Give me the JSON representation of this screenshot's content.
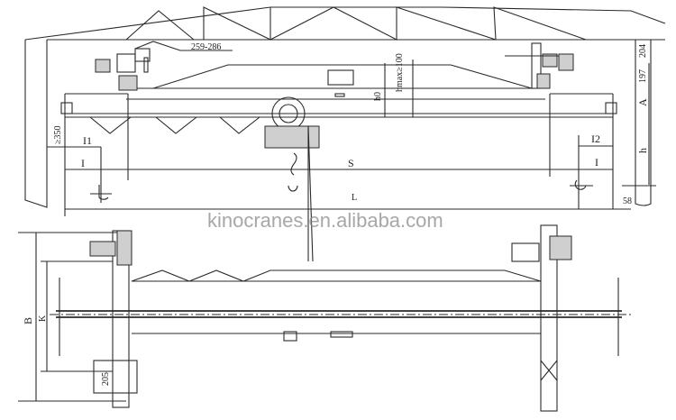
{
  "drawing": {
    "elevation_view": {
      "dim_trolley_range": "259-286",
      "dim_hmax": "hmax≥100",
      "dim_h0": "h0",
      "dim_197": "197",
      "dim_204": "204",
      "dim_A": "A",
      "dim_h": "h",
      "dim_clearance": "≥350",
      "dim_l1": "I1",
      "dim_l2": "I2",
      "dim_l_left": "I",
      "dim_l_right": "I",
      "dim_S": "S",
      "dim_L": "L",
      "dim_58": "58"
    },
    "plan_view": {
      "dim_B": "B",
      "dim_K": "K",
      "dim_205": "205"
    },
    "watermark": "kinocranes.en.alibaba.com"
  }
}
